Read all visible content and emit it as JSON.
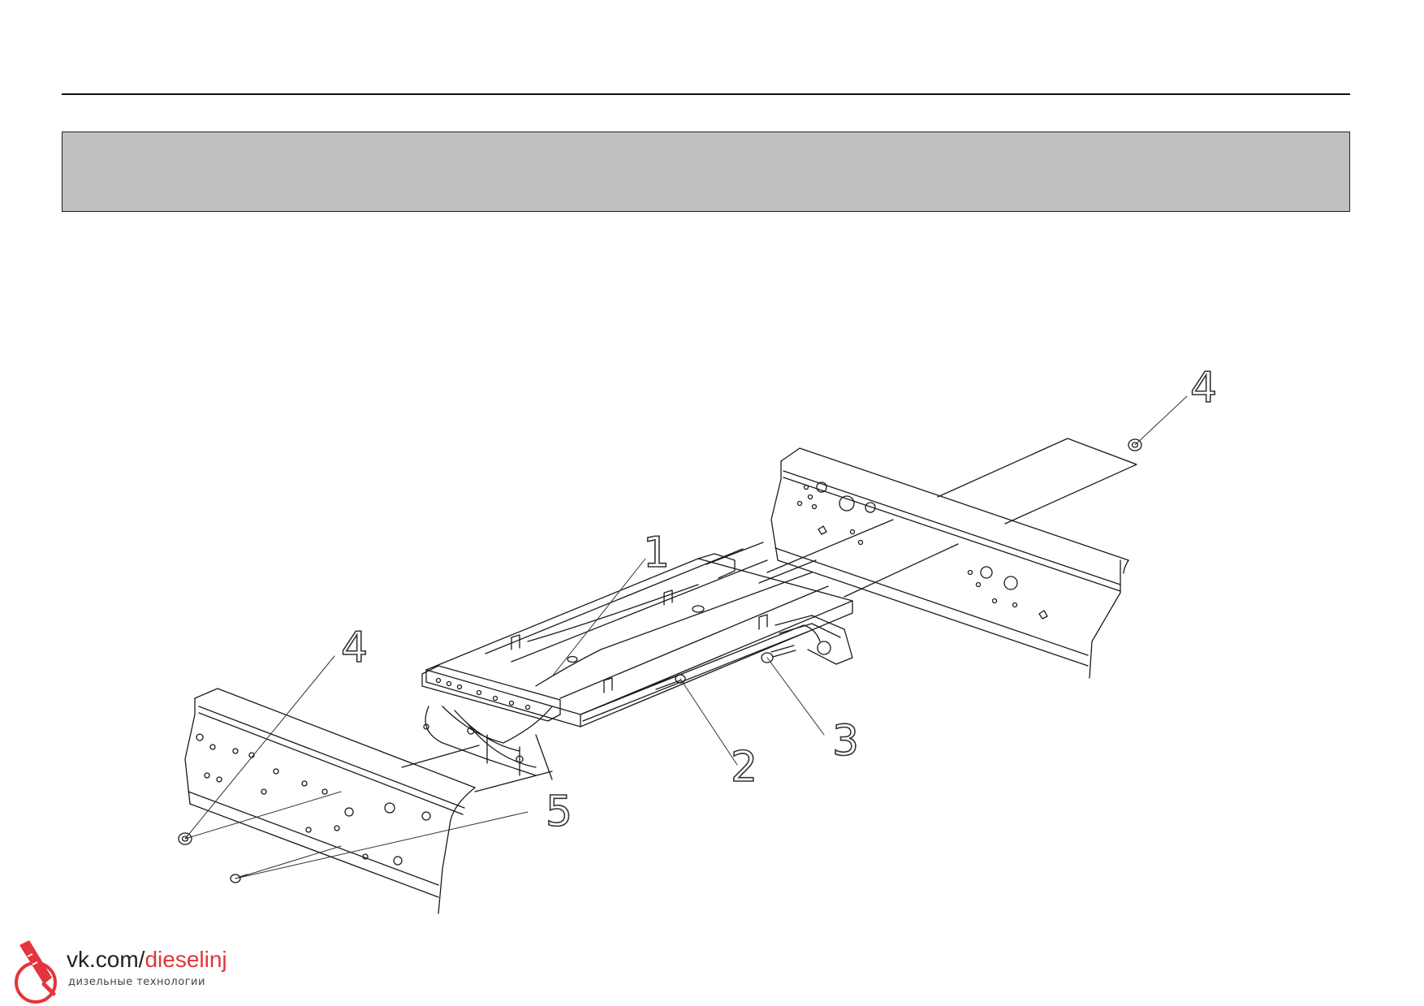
{
  "callouts": [
    "1",
    "2",
    "3",
    "4",
    "4",
    "5"
  ],
  "watermark": {
    "domain": "vk.com/",
    "brand": "dieselinj",
    "subtitle": "дизельные технологии"
  },
  "colors": {
    "header_band": "#bfbfbf",
    "line": "#1a1a1a",
    "brand_red": "#e3353b"
  }
}
